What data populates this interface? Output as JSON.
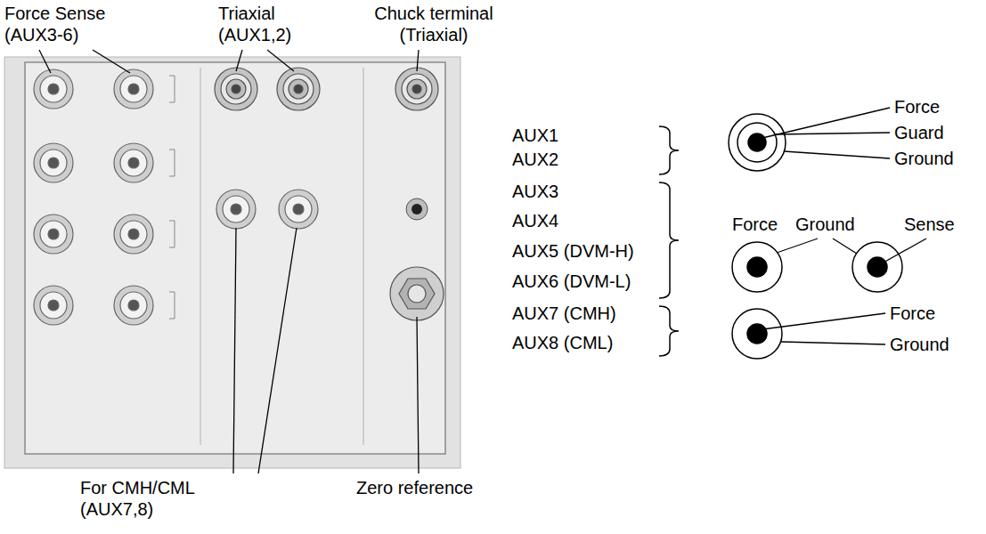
{
  "diagram": {
    "labels": [
      "Force Sense (AUX3-6)",
      "Triaxial (AUX1,2)",
      "Chuck terminal (Triaxial)",
      "AUX1",
      "AUX2",
      "Force",
      "Guard",
      "Ground",
      "AUX3",
      "AUX4",
      "AUX5 (DVM-H)",
      "AUX6 (DVM-L)",
      "Force",
      "Ground",
      "Sense",
      "AUX7 (CMH)",
      "AUX8 (CML)",
      "Force",
      "Ground",
      "For CMH/CML (AUX7,8)",
      "Zero reference"
    ]
  }
}
